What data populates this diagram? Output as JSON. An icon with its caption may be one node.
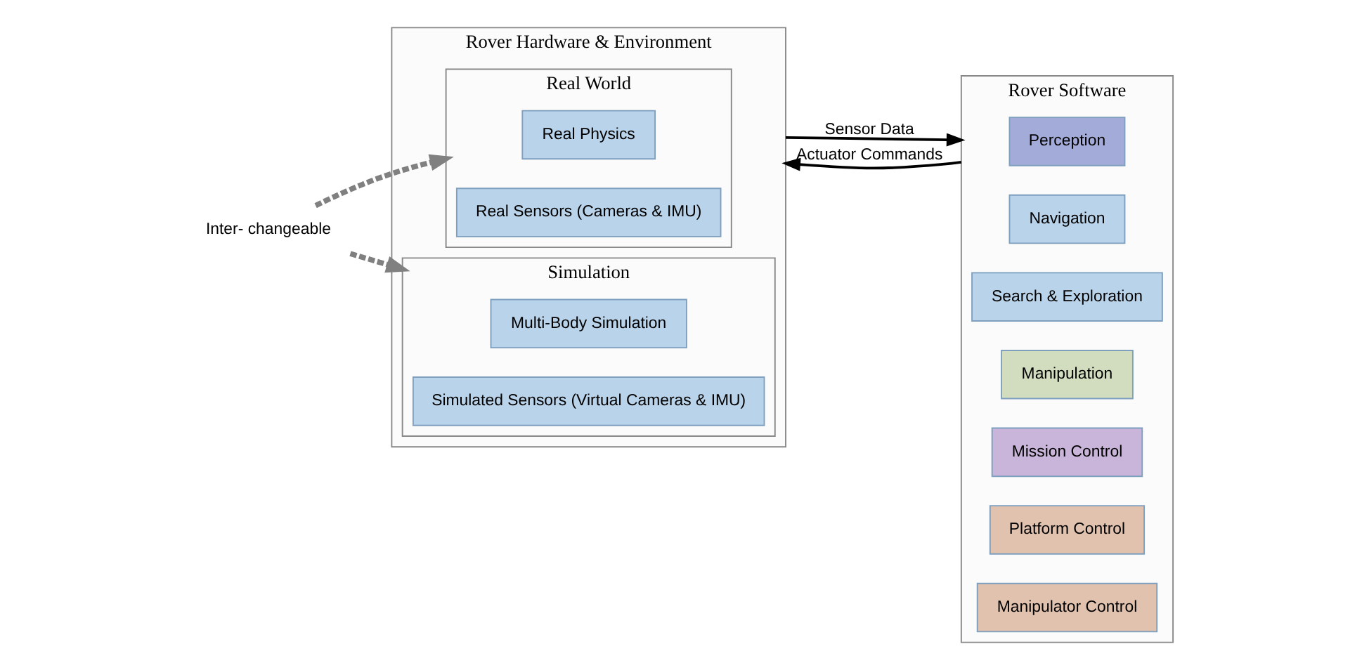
{
  "diagram": {
    "nodes": [
      {
        "text": [
          "Rover Hardware & Environment"
        ]
      },
      {
        "text": [
          "Real World"
        ],
        "in": 0
      },
      {
        "text": [
          "Real Physics"
        ],
        "in": 1
      },
      {
        "text": [
          "Real Sensors (Cameras & IMU)"
        ],
        "in": 1
      },
      {
        "text": [
          "Simulation"
        ],
        "in": 0
      },
      {
        "text": [
          "Multi-Body Simulation"
        ],
        "in": 4
      },
      {
        "text": [
          "Simulated Sensors (Virtual Cameras & IMU)"
        ],
        "in": 4
      },
      {
        "text": [
          "Rover Software"
        ]
      },
      {
        "text": [
          "Perception"
        ],
        "in": 7
      },
      {
        "text": [
          "Navigation"
        ],
        "in": 7
      },
      {
        "text": [
          "Search & Exploration"
        ],
        "in": 7
      },
      {
        "text": [
          "Manipulation"
        ],
        "in": 7
      },
      {
        "text": [
          "Mission Control"
        ],
        "in": 7
      },
      {
        "text": [
          "Platform Control"
        ],
        "in": 7
      },
      {
        "text": [
          "Manipulator Control"
        ],
        "in": 7
      },
      {
        "text": [
          "Inter- changeable"
        ]
      }
    ],
    "edges": [
      {
        "from": 0,
        "to": 7,
        "arrow": "to",
        "label": "Sensor Data"
      },
      {
        "from": 7,
        "to": 0,
        "arrow": "to",
        "label": "Actuator Commands"
      },
      {
        "from": 15,
        "to": 1,
        "arrow": "to",
        "style": "dashed",
        "color": "#808080"
      },
      {
        "from": 15,
        "to": 4,
        "arrow": "to",
        "style": "dashed",
        "color": "#808080"
      }
    ]
  }
}
